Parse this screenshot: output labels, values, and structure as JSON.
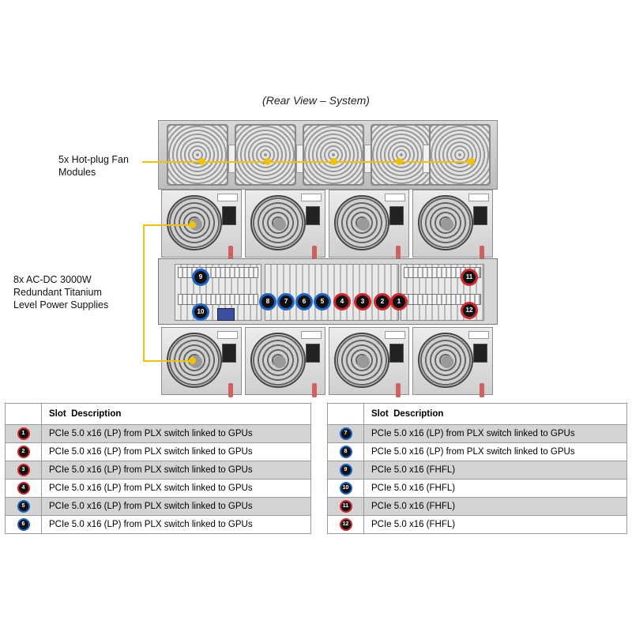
{
  "caption": "(Rear View – System)",
  "callouts": {
    "fans": [
      "5x Hot-plug Fan",
      "Modules"
    ],
    "psus": [
      "8x AC-DC 3000W",
      "Redundant Titanium",
      "Level Power Supplies"
    ]
  },
  "colors": {
    "leader": "#f2c200",
    "badge_blue": "#1c64c8",
    "badge_red": "#d0282c"
  },
  "chassis_badges": [
    {
      "label": "9",
      "color": "blue"
    },
    {
      "label": "10",
      "color": "blue"
    },
    {
      "label": "8",
      "color": "blue"
    },
    {
      "label": "7",
      "color": "blue"
    },
    {
      "label": "6",
      "color": "blue"
    },
    {
      "label": "5",
      "color": "blue"
    },
    {
      "label": "4",
      "color": "red"
    },
    {
      "label": "3",
      "color": "red"
    },
    {
      "label": "2",
      "color": "red"
    },
    {
      "label": "1",
      "color": "red"
    },
    {
      "label": "11",
      "color": "red"
    },
    {
      "label": "12",
      "color": "red"
    }
  ],
  "table_left": {
    "header": "Slot  Description",
    "rows": [
      {
        "num": "1",
        "color": "red",
        "desc": "PCIe 5.0 x16 (LP) from PLX switch linked to GPUs",
        "shade": true
      },
      {
        "num": "2",
        "color": "red",
        "desc": "PCIe 5.0 x16 (LP) from PLX switch linked to GPUs",
        "shade": false
      },
      {
        "num": "3",
        "color": "red",
        "desc": "PCIe 5.0 x16 (LP) from PLX switch linked to GPUs",
        "shade": true
      },
      {
        "num": "4",
        "color": "red",
        "desc": "PCIe 5.0 x16 (LP) from PLX switch linked to GPUs",
        "shade": false
      },
      {
        "num": "5",
        "color": "blue",
        "desc": "PCIe 5.0 x16 (LP) from PLX switch linked to GPUs",
        "shade": true
      },
      {
        "num": "6",
        "color": "blue",
        "desc": "PCIe 5.0 x16 (LP) from PLX switch linked to GPUs",
        "shade": false
      }
    ]
  },
  "table_right": {
    "header": "Slot  Description",
    "rows": [
      {
        "num": "7",
        "color": "blue",
        "desc": "PCIe 5.0 x16 (LP) from PLX switch linked to GPUs",
        "shade": true
      },
      {
        "num": "8",
        "color": "blue",
        "desc": "PCIe 5.0 x16 (LP) from PLX switch linked to GPUs",
        "shade": false
      },
      {
        "num": "9",
        "color": "blue",
        "desc": "PCIe 5.0 x16 (FHFL)",
        "shade": true
      },
      {
        "num": "10",
        "color": "blue",
        "desc": "PCIe 5.0 x16 (FHFL)",
        "shade": false
      },
      {
        "num": "11",
        "color": "red",
        "desc": "PCIe 5.0 x16 (FHFL)",
        "shade": true
      },
      {
        "num": "12",
        "color": "red",
        "desc": "PCIe 5.0 x16 (FHFL)",
        "shade": false
      }
    ]
  }
}
